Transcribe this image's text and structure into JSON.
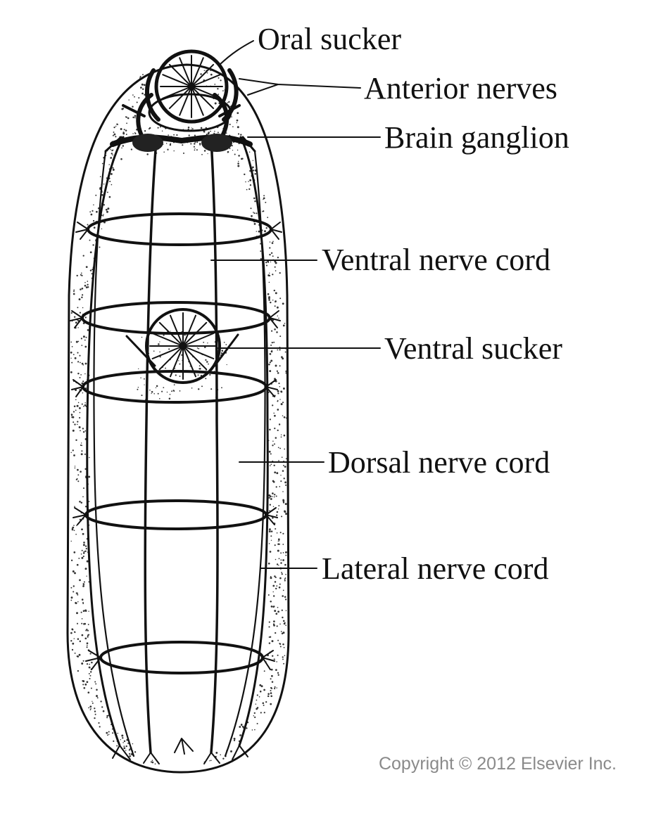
{
  "labels": {
    "oral_sucker": "Oral sucker",
    "anterior_nerves": "Anterior nerves",
    "brain_ganglion": "Brain ganglion",
    "ventral_nerve_cord": "Ventral nerve cord",
    "ventral_sucker": "Ventral sucker",
    "dorsal_nerve_cord": "Dorsal nerve cord",
    "lateral_nerve_cord": "Lateral nerve cord"
  },
  "copyright": "Copyright © 2012 Elsevier Inc.",
  "colors": {
    "ink": "#111111",
    "copyright_text": "#8a8a8a",
    "background": "#ffffff"
  }
}
